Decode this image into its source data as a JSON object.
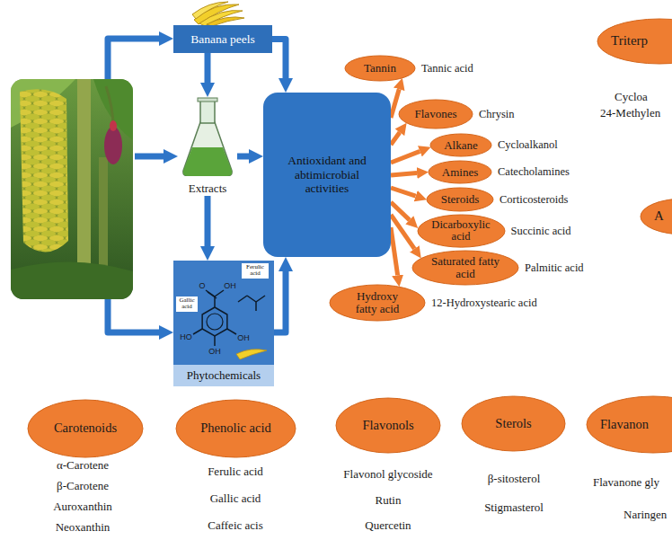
{
  "diagram": {
    "nodes": [
      {
        "text": [
          "Banana peels"
        ]
      },
      {
        "text": [
          "Extracts"
        ]
      },
      {
        "text": [
          "Antioxidant and abtimicrobial activities"
        ]
      },
      {
        "text": [
          "Gallic acid",
          "Ferulic acid",
          "Phytochemicals"
        ]
      },
      {
        "text": [
          "Tannin"
        ]
      },
      {
        "text": [
          "Flavones"
        ]
      },
      {
        "text": [
          "Alkane"
        ]
      },
      {
        "text": [
          "Amines"
        ]
      },
      {
        "text": [
          "Steroids"
        ]
      },
      {
        "text": [
          "Dicarboxylic acid"
        ]
      },
      {
        "text": [
          "Saturated fatty acid"
        ]
      },
      {
        "text": [
          "Hydroxy fatty acid"
        ]
      },
      {
        "text": [
          "Triterp"
        ]
      },
      {
        "text": [
          "A"
        ]
      },
      {
        "text": [
          "Carotenoids"
        ]
      },
      {
        "text": [
          "Phenolic acid"
        ]
      },
      {
        "text": [
          "Flavonols"
        ]
      },
      {
        "text": [
          "Sterols"
        ]
      },
      {
        "text": [
          "Flavanon"
        ]
      }
    ],
    "edges": [
      {
        "from": 0,
        "to": 1,
        "arrow": "to"
      },
      {
        "from": 0,
        "to": 2,
        "arrow": "to"
      },
      {
        "from": 1,
        "to": 2,
        "arrow": "to"
      },
      {
        "from": 1,
        "to": 3,
        "arrow": "to"
      },
      {
        "from": 3,
        "to": 2,
        "arrow": "to"
      },
      {
        "from": 2,
        "to": 4,
        "arrow": "to"
      },
      {
        "from": 2,
        "to": 5,
        "arrow": "to"
      },
      {
        "from": 2,
        "to": 6,
        "arrow": "to"
      },
      {
        "from": 2,
        "to": 7,
        "arrow": "to"
      },
      {
        "from": 2,
        "to": 8,
        "arrow": "to"
      },
      {
        "from": 2,
        "to": 9,
        "arrow": "to"
      },
      {
        "from": 2,
        "to": 10,
        "arrow": "to"
      },
      {
        "from": 2,
        "to": 11,
        "arrow": "to"
      }
    ],
    "labels": [
      "Tannic acid",
      "Chrysin",
      "Cycloalkanol",
      "Catecholamines",
      "Corticosteroids",
      "Succinic acid",
      "Palmitic acid",
      "12-Hydroxystearic acid",
      "Cycloa",
      "24-Methylen",
      "α-Carotene",
      "β-Carotene",
      "Auroxanthin",
      "Neoxanthin",
      "Ferulic acid",
      "Gallic acid",
      "Caffeic acis",
      "Flavonol glycoside",
      "Rutin",
      "Quercetin",
      "β-sitosterol",
      "Stigmasterol",
      "Flavanone gly",
      "Naringen",
      "O",
      "OH",
      "HO",
      "OH",
      "OH"
    ]
  }
}
